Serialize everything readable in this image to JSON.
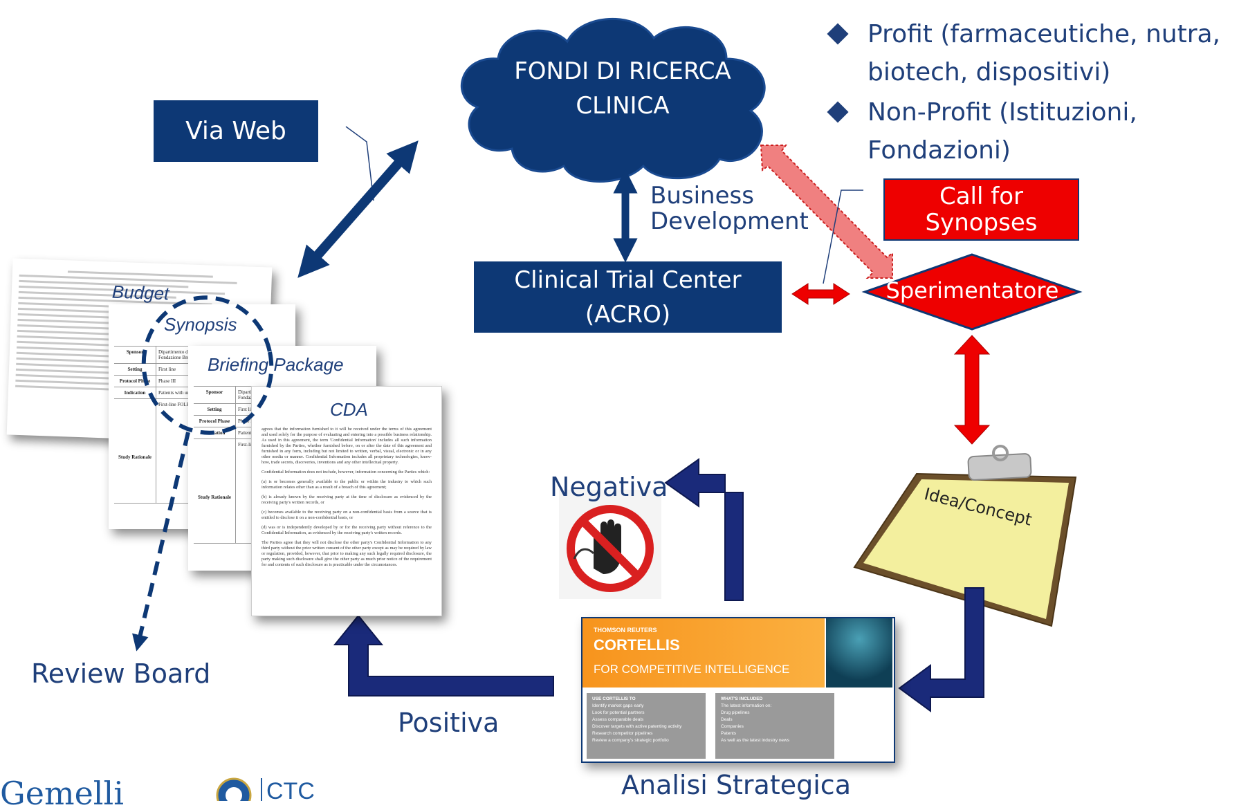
{
  "nodes": {
    "fondi": "FONDI DI RICERCA\nCLINICA",
    "via_web": "Via Web",
    "ctc": "Clinical Trial Center\n(ACRO)",
    "call_for_synopses": "Call for\nSynopses",
    "sperimentatore": "Sperimentatore",
    "idea_concept": "Idea/Concept",
    "analisi_strategica": "Analisi Strategica",
    "negativa": "Negativa",
    "positiva": "Positiva",
    "review_board": "Review Board",
    "business_development": "Business\nDevelopment"
  },
  "funding_sources": [
    "Profit (farmaceutiche, nutra, biotech, dispositivi)",
    "Non-Profit (Istituzioni, Fondazioni)"
  ],
  "documents": {
    "budget": "Budget",
    "synopsis": "Synopsis",
    "briefing_package": "Briefing Package",
    "cda": "CDA",
    "table_rows": [
      {
        "label": "Sponsor",
        "value": "Dipartimento di Scienze Medica Policlinico Universitario Fondazione Brescia"
      },
      {
        "label": "Setting",
        "value": "First line"
      },
      {
        "label": "Protocol Phase",
        "value": "Phase III"
      },
      {
        "label": "Indication",
        "value": "Patients with untreated colorectal cancer"
      },
      {
        "label": "Study Rationale",
        "value": "First-line FOLFIRI (MoAb) significant with KRAS WT..."
      }
    ],
    "cda_paragraphs": [
      "agrees that the information furnished to it will be received under the terms of this agreement and used solely for the purpose of evaluating and entering into a possible business relationship. As used in this agreement, the term 'Confidential Information' includes all such information furnished by the Parties, whether furnished before, on or after the date of this agreement and furnished in any form, including but not limited to written, verbal, visual, electronic or in any other media or manner. Confidential Information includes all proprietary technologies, know-how, trade secrets, discoveries, inventions and any other intellectual property.",
      "Confidential Information does not include, however, information concerning the Parties which:",
      "(a) is or becomes generally available to the public or within the industry to which such information relates other than as a result of a breach of this agreement;",
      "(b) is already known by the receiving party at the time of disclosure as evidenced by the receiving party's written records, or",
      "(c) becomes available to the receiving party on a non-confidential basis from a source that is entitled to disclose it on a non-confidential basis, or",
      "(d) was or is independently developed by or for the receiving party without reference to the Confidential Information, as evidenced by the receiving party's written records.",
      "The Parties agree that they will not disclose the other party's Confidential Information to any third party without the prior written consent of the other party except as may be required by law or regulation, provided, however, that prior to making any such legally required disclosure, the party making such disclosure shall give the other party as much prior notice of the requirement for and contents of such disclosure as is practicable under the circumstances."
    ]
  },
  "cortellis": {
    "brand_top": "THOMSON REUTERS",
    "brand": "CORTELLIS",
    "tagline": "FOR COMPETITIVE INTELLIGENCE",
    "left_heading": "USE CORTELLIS TO",
    "left_items": [
      "Identify market gaps early",
      "Look for potential partners",
      "Assess comparable deals",
      "Discover targets with active patenting activity",
      "Research competitor pipelines",
      "Review a company's strategic portfolio"
    ],
    "right_heading": "WHAT'S INCLUDED",
    "right_intro": "The latest information on:",
    "right_items": [
      "Drug pipelines",
      "Deals",
      "Companies",
      "Patents"
    ],
    "right_footer": "As well as the latest industry news"
  },
  "logo": {
    "text": "Gemelli",
    "ctc": "CTC"
  },
  "colors": {
    "navy": "#0d3875",
    "text_blue": "#1f3f7a",
    "red": "#ee0000",
    "light_red": "#f08080",
    "cortellis_orange": "#f7941d",
    "clipboard_yellow": "#f3ef9e"
  },
  "icons": [
    "no-entry-hand-icon",
    "clipboard-icon",
    "cloud-shape",
    "diamond-shape"
  ]
}
